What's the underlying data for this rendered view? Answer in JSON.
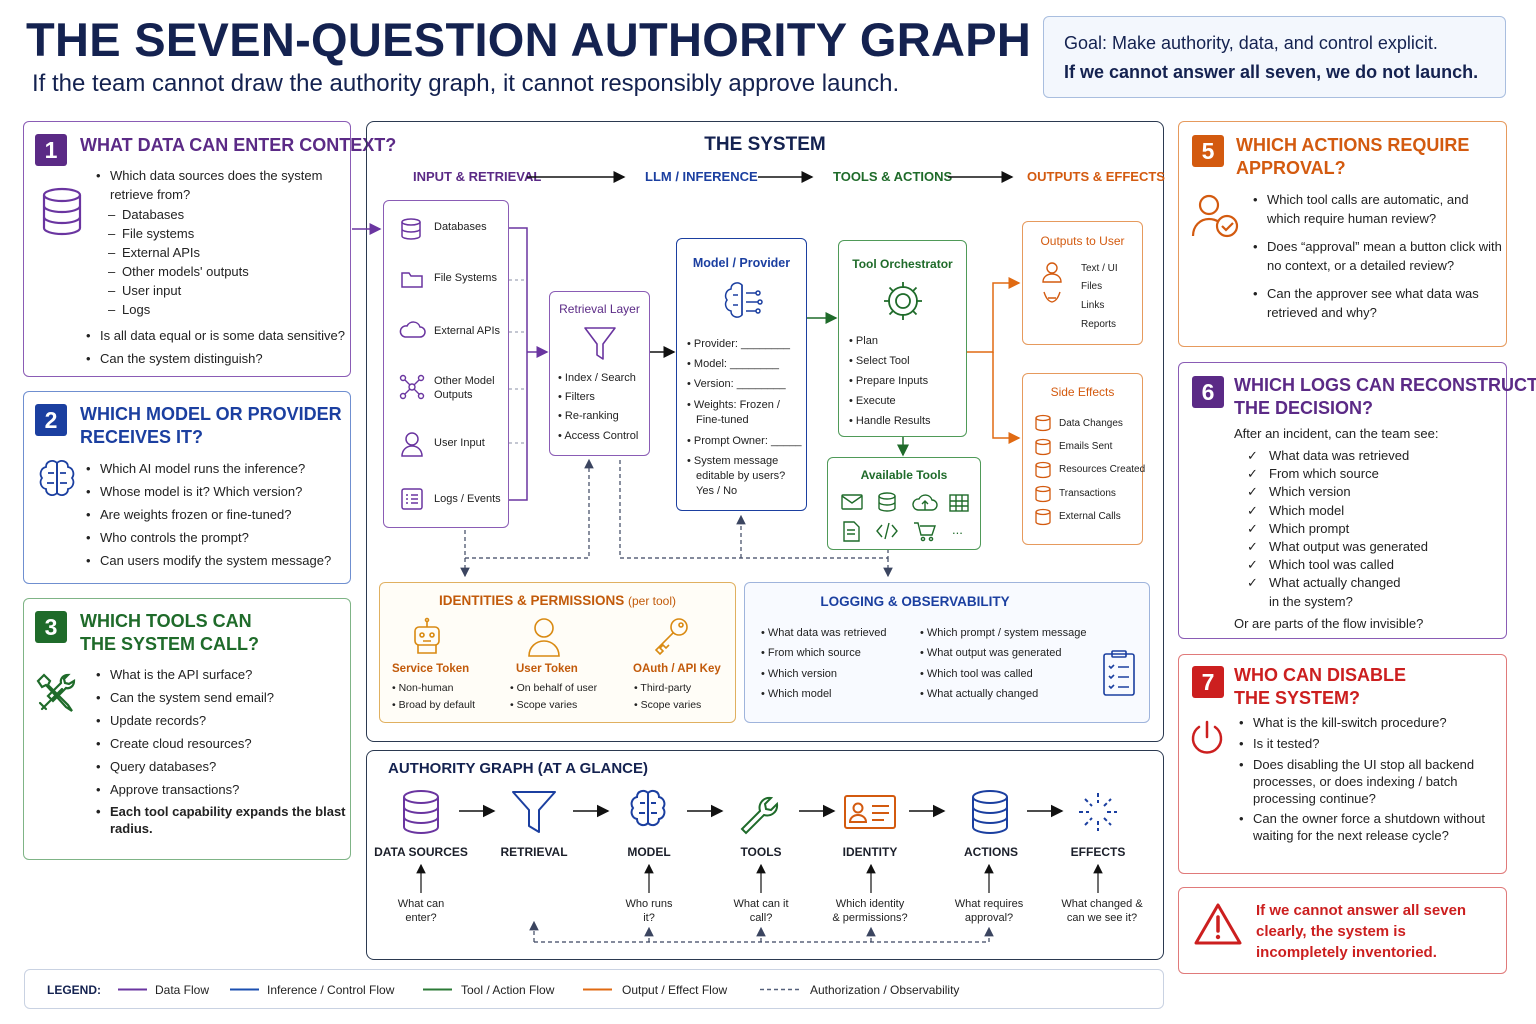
{
  "header": {
    "title": "THE SEVEN-QUESTION AUTHORITY GRAPH",
    "subtitle": "If the team cannot draw the authority graph, it cannot responsibly approve launch."
  },
  "goal": {
    "line1": "Goal: Make authority, data, and control explicit.",
    "line2": "If we cannot answer all seven, we do not launch."
  },
  "q1": {
    "num": "1",
    "title": "WHAT DATA CAN ENTER CONTEXT?",
    "items": [
      "Which data sources does the system retrieve from?",
      "Databases",
      "File systems",
      "External APIs",
      "Other models' outputs",
      "User input",
      "Logs",
      "Is all data equal or is some data sensitive?",
      "Can the system distinguish?"
    ]
  },
  "q2": {
    "num": "2",
    "title_l1": "WHICH MODEL OR PROVIDER",
    "title_l2": "RECEIVES IT?",
    "items": [
      "Which AI model runs the inference?",
      "Whose model is it? Which version?",
      "Are weights frozen or fine-tuned?",
      "Who controls the prompt?",
      "Can users modify the system message?"
    ]
  },
  "q3": {
    "num": "3",
    "title_l1": "WHICH TOOLS CAN",
    "title_l2": "THE SYSTEM CALL?",
    "items": [
      "What is the API surface?",
      "Can the system send email?",
      "Update records?",
      "Create cloud resources?",
      "Query databases?",
      "Approve transactions?"
    ],
    "note": "Each tool capability expands the blast radius."
  },
  "q5": {
    "num": "5",
    "title_l1": "WHICH ACTIONS REQUIRE",
    "title_l2": "APPROVAL?",
    "items": [
      "Which tool calls are automatic, and which require human review?",
      "Does “approval” mean a button click with no context, or a detailed review?",
      "Can the approver see what data was retrieved and why?"
    ]
  },
  "q6": {
    "num": "6",
    "title_l1": "WHICH LOGS CAN RECONSTRUCT",
    "title_l2": "THE DECISION?",
    "intro": "After an incident, can the team see:",
    "items": [
      "What data was retrieved",
      "From which source",
      "Which version",
      "Which model",
      "Which prompt",
      "What output was generated",
      "Which tool was called",
      "What actually changed",
      "in the system?"
    ],
    "outro": "Or are parts of the flow invisible?"
  },
  "q7": {
    "num": "7",
    "title_l1": "WHO CAN DISABLE",
    "title_l2": "THE SYSTEM?",
    "items": [
      "What is the kill-switch procedure?",
      "Is it tested?",
      "Does disabling the UI stop all backend processes, or does indexing / batch processing continue?",
      "Can the owner force a shutdown without waiting for the next release cycle?"
    ]
  },
  "final": "If we cannot answer all seven clearly, the system is incompletely inventoried.",
  "system": {
    "title": "THE SYSTEM",
    "stages": [
      "INPUT & RETRIEVAL",
      "LLM / INFERENCE",
      "TOOLS & ACTIONS",
      "OUTPUTS & EFFECTS"
    ],
    "sources": [
      "Databases",
      "File Systems",
      "External APIs",
      "Other Model",
      "Outputs",
      "User Input",
      "Logs / Events"
    ],
    "retrieval": {
      "title": "Retrieval Layer",
      "items": [
        "Index / Search",
        "Filters",
        "Re-ranking",
        "Access Control"
      ]
    },
    "model": {
      "title": "Model / Provider",
      "items": [
        "Provider: ________",
        "Model: ________",
        "Version: ________",
        "Weights: Frozen /",
        "Fine-tuned",
        "Prompt Owner: _____",
        "System message",
        "editable by users?",
        "Yes / No"
      ]
    },
    "orchestrator": {
      "title": "Tool Orchestrator",
      "items": [
        "Plan",
        "Select Tool",
        "Prepare Inputs",
        "Execute",
        "Handle Results"
      ]
    },
    "tools_title": "Available Tools",
    "tools_more": "...",
    "outputs": {
      "title": "Outputs to User",
      "items": [
        "Text / UI",
        "Files",
        "Links",
        "Reports"
      ]
    },
    "effects": {
      "title": "Side Effects",
      "items": [
        "Data Changes",
        "Emails Sent",
        "Resources Created",
        "Transactions",
        "External Calls"
      ]
    },
    "identities": {
      "title": "IDENTITIES & PERMISSIONS",
      "title_suffix": "(per tool)",
      "types": [
        {
          "name": "Service Token",
          "a": "Non-human",
          "b": "Broad by default"
        },
        {
          "name": "User Token",
          "a": "On behalf of user",
          "b": "Scope varies"
        },
        {
          "name": "OAuth / API Key",
          "a": "Third-party",
          "b": "Scope varies"
        }
      ]
    },
    "logging": {
      "title": "LOGGING & OBSERVABILITY",
      "col1": [
        "What data was retrieved",
        "From which source",
        "Which version",
        "Which model"
      ],
      "col2": [
        "Which prompt / system message",
        "What output was generated",
        "Which tool was called",
        "What actually changed"
      ]
    }
  },
  "authority": {
    "title": "AUTHORITY GRAPH (AT A GLANCE)",
    "nodes": [
      {
        "name": "DATA SOURCES",
        "q1": "What can",
        "q2": "enter?",
        "color": "#5b2a86"
      },
      {
        "name": "RETRIEVAL",
        "q1": "",
        "q2": "",
        "color": "#1b3fa0"
      },
      {
        "name": "MODEL",
        "q1": "Who runs",
        "q2": "it?",
        "color": "#1b3fa0"
      },
      {
        "name": "TOOLS",
        "q1": "What can it",
        "q2": "call?",
        "color": "#1f6b2a"
      },
      {
        "name": "IDENTITY",
        "q1": "Which identity",
        "q2": "& permissions?",
        "color": "#d35a0f"
      },
      {
        "name": "ACTIONS",
        "q1": "What requires",
        "q2": "approval?",
        "color": "#1b3fa0"
      },
      {
        "name": "EFFECTS",
        "q1": "What changed &",
        "q2": "can we see it?",
        "color": "#1b3fa0"
      }
    ]
  },
  "legend": {
    "label": "LEGEND:",
    "items": [
      {
        "label": "Data Flow",
        "color": "#6a35a0"
      },
      {
        "label": "Inference / Control Flow",
        "color": "#1b4fb0"
      },
      {
        "label": "Tool / Action Flow",
        "color": "#2b7a36"
      },
      {
        "label": "Output / Effect Flow",
        "color": "#e06a12"
      },
      {
        "label": "Authorization / Observability",
        "color": "#55607a"
      }
    ]
  }
}
